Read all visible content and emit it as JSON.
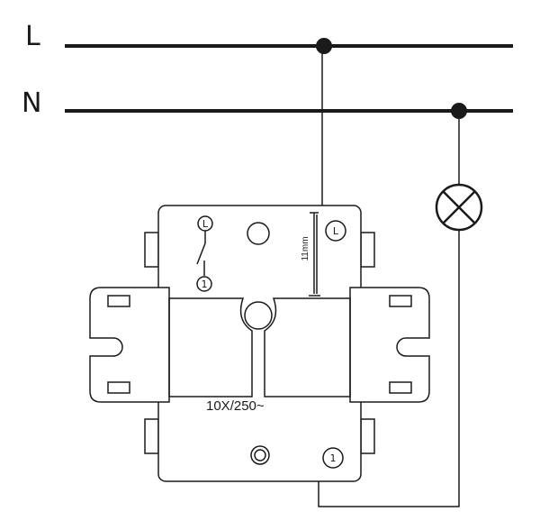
{
  "lines": {
    "phase_label": "L",
    "neutral_label": "N"
  },
  "switch": {
    "rating": "10X/250~",
    "dimension": "11mm",
    "terminal_L": "L",
    "terminal_1": "1",
    "schematic_L": "L",
    "schematic_1": "1"
  },
  "colors": {
    "stroke": "#1a1a1a",
    "switch_body": "#ffffff"
  }
}
